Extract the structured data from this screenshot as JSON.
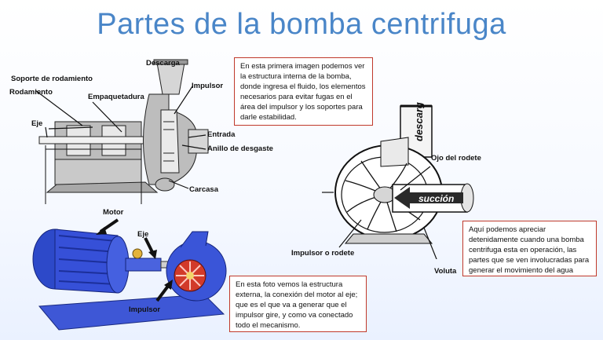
{
  "title": "Partes de la bomba centrifuga",
  "notes": {
    "first": "En esta primera imagen podemos ver la estructura interna de la bomba, donde ingresa el fluido, los elementos necesarios para evitar fugas en el área del impulsor y los soportes para darle estabilidad.",
    "second": "En esta foto vemos la estructura externa, la conexión del motor al eje; que es el que va a generar que el impulsor gire, y como va conectado todo el mecanismo.",
    "third": "Aquí podemos apreciar detenidamente cuando una bomba centrifuga esta en operación, las partes que se ven involucradas para generar el movimiento del agua"
  },
  "labels": {
    "descarga": "Descarga",
    "soporte": "Soporte de rodamiento",
    "rodamiento": "Rodamiento",
    "empaquetadura": "Empaquetadura",
    "impulsor_top": "Impulsor",
    "eje_top": "Eje",
    "entrada": "Entrada",
    "anillo": "Anillo de desgaste",
    "carcasa": "Carcasa",
    "motor": "Motor",
    "eje_bottom": "Eje",
    "impulsor_bottom": "Impulsor",
    "ojo": "Ojo del rodete",
    "impulsor_rodete": "Impulsor o rodete",
    "voluta": "Voluta",
    "fig_descarga": "descarga",
    "fig_succion": "succión"
  },
  "colors": {
    "title": "#4a86c8",
    "note_border": "#c0392b",
    "motor_blue": "#2d49c9",
    "impeller_red": "#d23a2a"
  }
}
